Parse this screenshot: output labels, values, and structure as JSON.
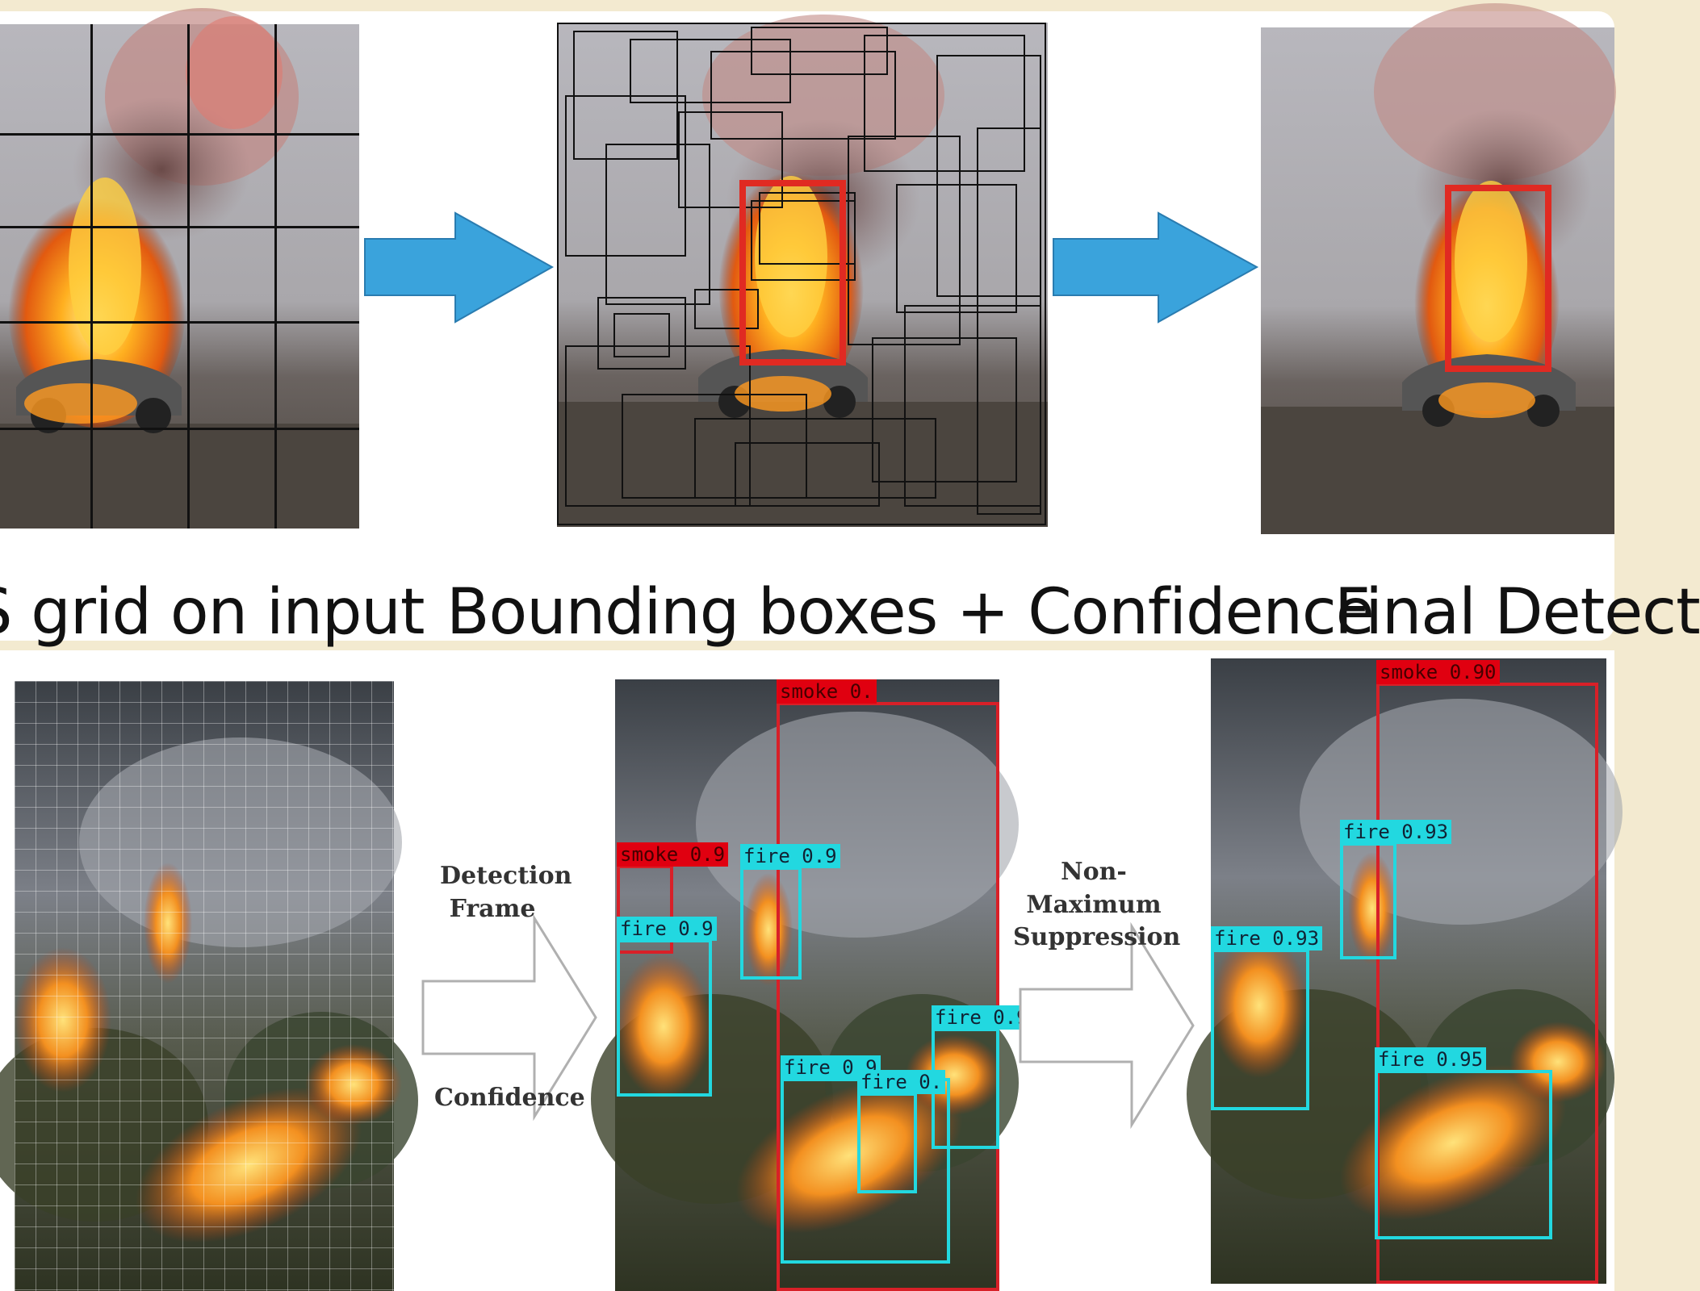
{
  "top": {
    "captions": {
      "grid": "S grid on input",
      "boxes": "Bounding boxes + Confidence",
      "final": "Final Detect"
    }
  },
  "bottom": {
    "labels": {
      "detection_frame_1": "Detection",
      "detection_frame_2": "Frame",
      "confidence": "Confidence",
      "nms_1": "Non-Maximum",
      "nms_2": "Suppression"
    },
    "middle_detections": [
      {
        "label": "smoke 0.",
        "kind": "smoke"
      },
      {
        "label": "smoke 0.9",
        "kind": "smoke"
      },
      {
        "label": "fire 0.9",
        "kind": "fire"
      },
      {
        "label": "fire 0.9",
        "kind": "fire"
      },
      {
        "label": "fire 0.9",
        "kind": "fire"
      },
      {
        "label": "fire 0.",
        "kind": "fire"
      },
      {
        "label": "fire 0.9",
        "kind": "fire"
      }
    ],
    "final_detections": [
      {
        "label": "smoke 0.90",
        "kind": "smoke"
      },
      {
        "label": "fire 0.93",
        "kind": "fire"
      },
      {
        "label": "fire 0.93",
        "kind": "fire"
      },
      {
        "label": "fire 0.95",
        "kind": "fire"
      }
    ]
  },
  "colors": {
    "arrow_blue": "#3aa3dc",
    "fire_box": "#22d8e0",
    "smoke_box": "#d82028",
    "highlight_box": "#e02a22",
    "background": "#f3ead0"
  }
}
